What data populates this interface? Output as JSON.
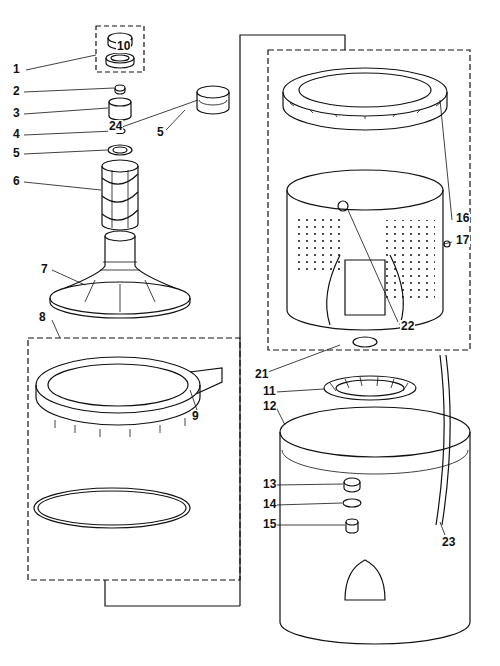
{
  "diagram": {
    "labels": [
      "1",
      "10",
      "2",
      "3",
      "4",
      "5",
      "5",
      "24",
      "6",
      "7",
      "8",
      "9",
      "16",
      "17",
      "22",
      "21",
      "11",
      "12",
      "13",
      "14",
      "15",
      "23"
    ]
  }
}
